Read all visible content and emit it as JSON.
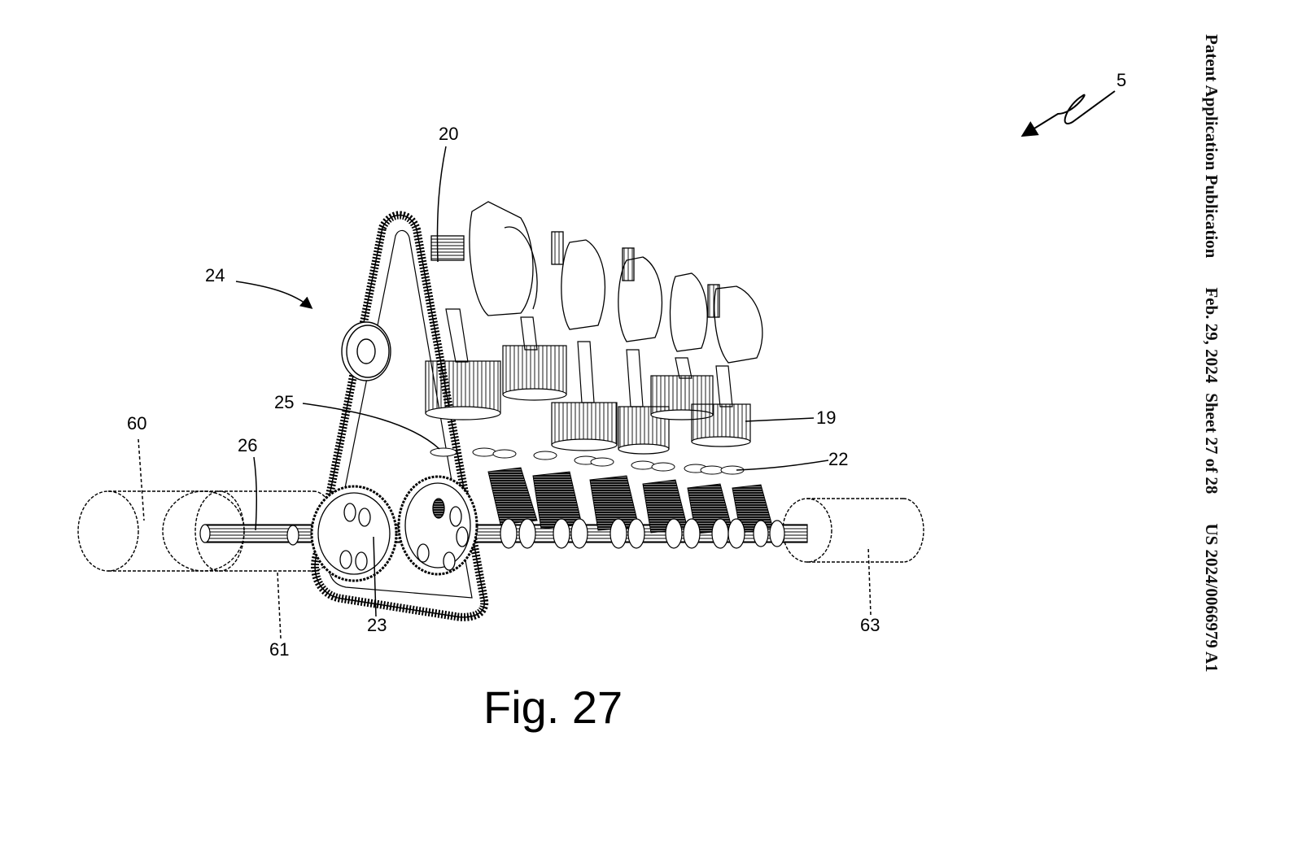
{
  "header": {
    "publication_type": "Patent Application Publication",
    "date": "Feb. 29, 2024",
    "sheet": "Sheet 27 of 28",
    "publication_number": "US 2024/0066979 A1"
  },
  "figure": {
    "caption": "Fig. 27",
    "reference_numerals": {
      "assembly": "5",
      "crankshaft": "20",
      "drive": "24",
      "part_25": "25",
      "part_60": "60",
      "shaft": "26",
      "piston": "19",
      "part_22": "22",
      "gear": "23",
      "part_61": "61",
      "part_63": "63"
    }
  }
}
